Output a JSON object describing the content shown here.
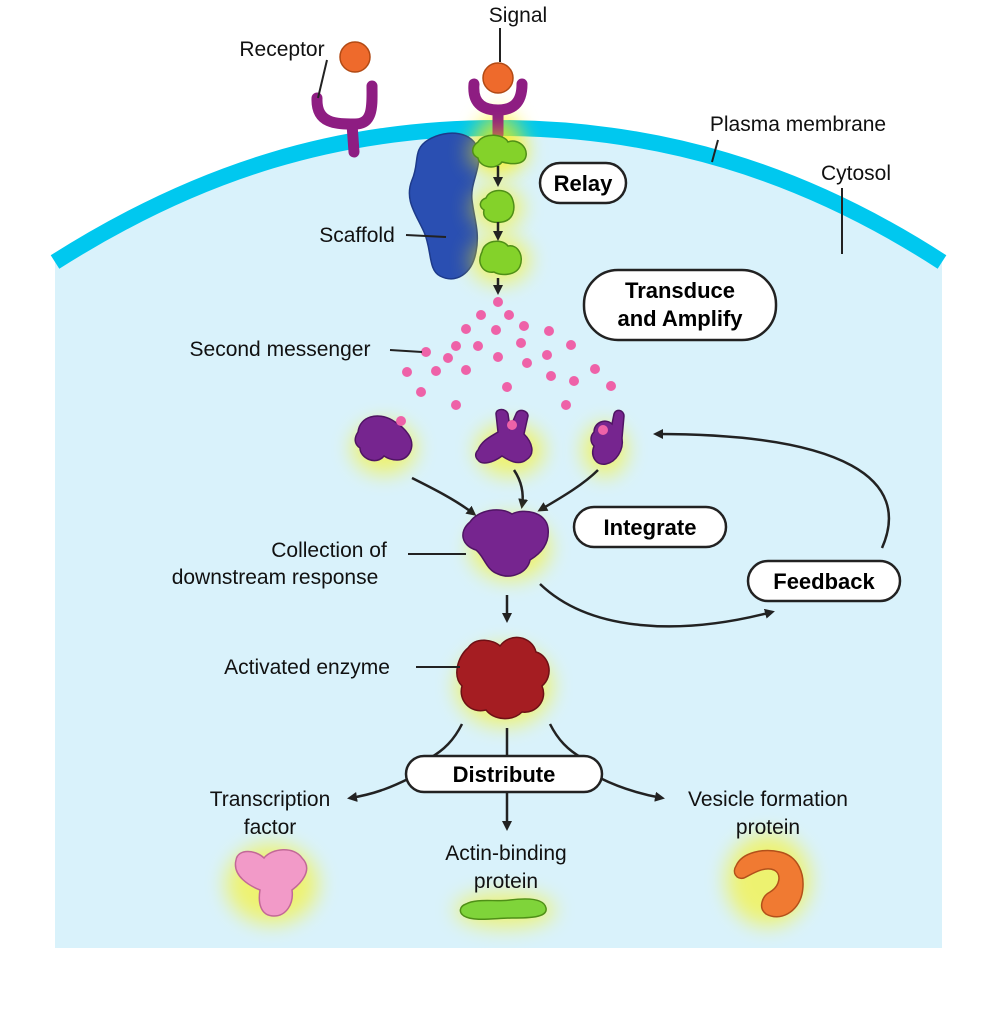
{
  "labels": {
    "receptor": "Receptor",
    "signal": "Signal",
    "plasma_membrane": "Plasma membrane",
    "cytosol": "Cytosol",
    "scaffold": "Scaffold",
    "second_messenger": "Second messenger",
    "collection_line1": "Collection of",
    "collection_line2": "downstream response",
    "activated_enzyme": "Activated enzyme",
    "transcription_line1": "Transcription",
    "transcription_line2": "factor",
    "actin_line1": "Actin-binding",
    "actin_line2": "protein",
    "vesicle_line1": "Vesicle formation",
    "vesicle_line2": "protein"
  },
  "stages": {
    "relay": "Relay",
    "transduce_line1": "Transduce",
    "transduce_line2": "and Amplify",
    "integrate": "Integrate",
    "feedback": "Feedback",
    "distribute": "Distribute"
  },
  "colors": {
    "cytosol_fill": "#d9f2fb",
    "membrane": "#00c8ef",
    "receptor": "#8e1d82",
    "signal": "#ee6a2c",
    "scaffold": "#2a4fb2",
    "relay_protein": "#84d22a",
    "second_messenger": "#ee62a8",
    "kinase": "#76258f",
    "enzyme": "#a51d22",
    "transcription_factor": "#f29ac8",
    "actin_binding": "#7fd43a",
    "vesicle_protein": "#f07a32",
    "glow": "#fff200"
  }
}
